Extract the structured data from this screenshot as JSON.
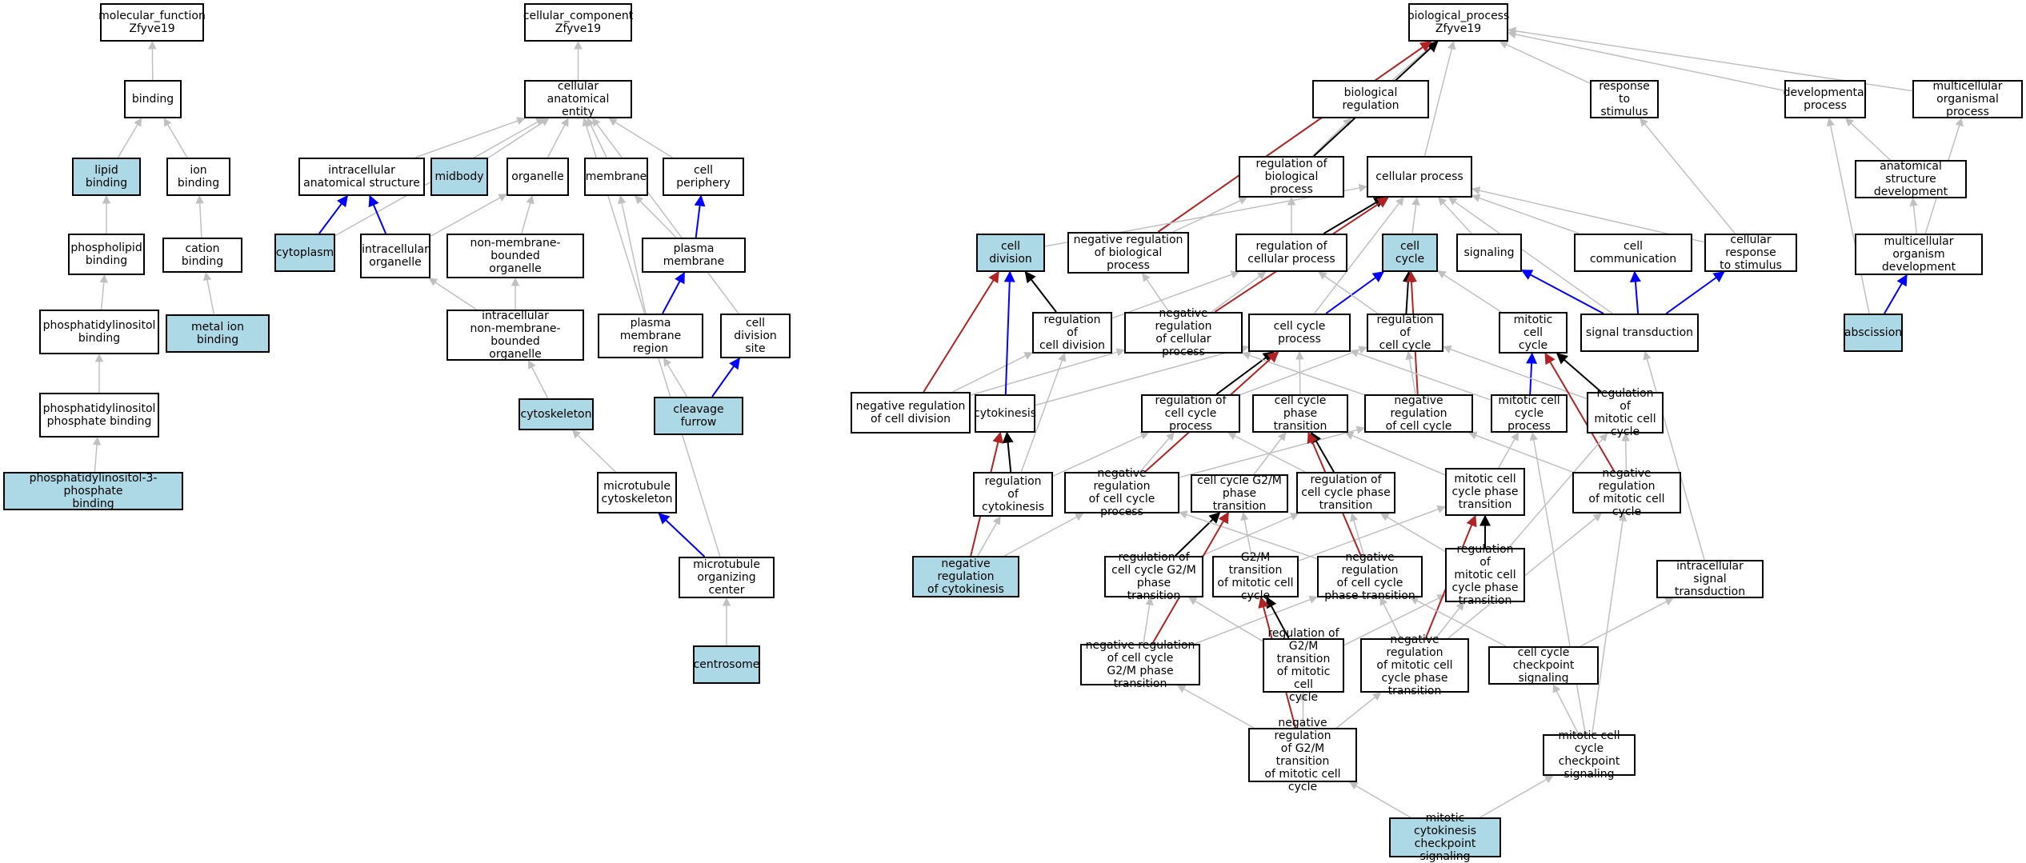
{
  "colors": {
    "highlight": "#add8e6",
    "is_a": "#c0c0c0",
    "part_of": "#0000ff",
    "regulates": "#000000",
    "negatively_regulates": "#b22222"
  },
  "nodes": [
    {
      "id": "mf",
      "label": "molecular_function\nZfyve19",
      "hl": false
    },
    {
      "id": "binding",
      "label": "binding",
      "hl": false
    },
    {
      "id": "lipid_binding",
      "label": "lipid binding",
      "hl": true
    },
    {
      "id": "ion_binding",
      "label": "ion binding",
      "hl": false
    },
    {
      "id": "phospholipid_binding",
      "label": "phospholipid\nbinding",
      "hl": false
    },
    {
      "id": "cation_binding",
      "label": "cation binding",
      "hl": false
    },
    {
      "id": "metal_ion_binding",
      "label": "metal ion binding",
      "hl": true
    },
    {
      "id": "ptdins_binding",
      "label": "phosphatidylinositol\nbinding",
      "hl": false
    },
    {
      "id": "ptdins_p_binding",
      "label": "phosphatidylinositol\nphosphate binding",
      "hl": false
    },
    {
      "id": "ptdins3p_binding",
      "label": "phosphatidylinositol-3-phosphate\nbinding",
      "hl": true
    },
    {
      "id": "cc",
      "label": "cellular_component\nZfyve19",
      "hl": false
    },
    {
      "id": "cae",
      "label": "cellular anatomical\nentity",
      "hl": false
    },
    {
      "id": "ias",
      "label": "intracellular\nanatomical structure",
      "hl": false
    },
    {
      "id": "midbody",
      "label": "midbody",
      "hl": true
    },
    {
      "id": "organelle",
      "label": "organelle",
      "hl": false
    },
    {
      "id": "membrane",
      "label": "membrane",
      "hl": false
    },
    {
      "id": "periphery",
      "label": "cell periphery",
      "hl": false
    },
    {
      "id": "cytoplasm",
      "label": "cytoplasm",
      "hl": true
    },
    {
      "id": "ic_organelle",
      "label": "intracellular\norganelle",
      "hl": false
    },
    {
      "id": "nmb_organelle",
      "label": "non-membrane-bounded\norganelle",
      "hl": false
    },
    {
      "id": "plasma_membrane",
      "label": "plasma membrane",
      "hl": false
    },
    {
      "id": "ic_nmb_organelle",
      "label": "intracellular\nnon-membrane-bounded\norganelle",
      "hl": false
    },
    {
      "id": "pm_region",
      "label": "plasma membrane\nregion",
      "hl": false
    },
    {
      "id": "div_site",
      "label": "cell division\nsite",
      "hl": false
    },
    {
      "id": "cytoskeleton",
      "label": "cytoskeleton",
      "hl": true
    },
    {
      "id": "cleavage_furrow",
      "label": "cleavage furrow",
      "hl": true
    },
    {
      "id": "mt_cytoskeleton",
      "label": "microtubule\ncytoskeleton",
      "hl": false
    },
    {
      "id": "mtoc",
      "label": "microtubule\norganizing center",
      "hl": false
    },
    {
      "id": "centrosome",
      "label": "centrosome",
      "hl": true
    },
    {
      "id": "bp",
      "label": "biological_process\nZfyve19",
      "hl": false
    },
    {
      "id": "bio_reg",
      "label": "biological regulation",
      "hl": false
    },
    {
      "id": "resp_stim",
      "label": "response to\nstimulus",
      "hl": false
    },
    {
      "id": "dev_proc",
      "label": "developmental\nprocess",
      "hl": false
    },
    {
      "id": "multi_proc",
      "label": "multicellular\norganismal process",
      "hl": false
    },
    {
      "id": "reg_bio",
      "label": "regulation of\nbiological process",
      "hl": false
    },
    {
      "id": "cell_proc",
      "label": "cellular process",
      "hl": false
    },
    {
      "id": "anat_dev",
      "label": "anatomical structure\ndevelopment",
      "hl": false
    },
    {
      "id": "cell_division",
      "label": "cell division",
      "hl": true
    },
    {
      "id": "neg_reg_bio",
      "label": "negative regulation\nof biological\nprocess",
      "hl": false
    },
    {
      "id": "reg_cell_proc",
      "label": "regulation of\ncellular process",
      "hl": false
    },
    {
      "id": "cell_cycle",
      "label": "cell cycle",
      "hl": true
    },
    {
      "id": "signaling",
      "label": "signaling",
      "hl": false
    },
    {
      "id": "cell_comm",
      "label": "cell communication",
      "hl": false
    },
    {
      "id": "cell_resp",
      "label": "cellular response\nto stimulus",
      "hl": false
    },
    {
      "id": "multi_dev",
      "label": "multicellular\norganism development",
      "hl": false
    },
    {
      "id": "reg_cell_div",
      "label": "regulation of\ncell division",
      "hl": false
    },
    {
      "id": "neg_reg_cell_proc",
      "label": "negative regulation\nof cellular\nprocess",
      "hl": false
    },
    {
      "id": "cc_process",
      "label": "cell cycle process",
      "hl": false
    },
    {
      "id": "reg_cc",
      "label": "regulation of\ncell cycle",
      "hl": false
    },
    {
      "id": "mit_cc",
      "label": "mitotic cell\ncycle",
      "hl": false
    },
    {
      "id": "sig_trans",
      "label": "signal transduction",
      "hl": false
    },
    {
      "id": "abscission",
      "label": "abscission",
      "hl": true
    },
    {
      "id": "neg_reg_cell_div",
      "label": "negative regulation\nof cell division",
      "hl": false
    },
    {
      "id": "cytokinesis",
      "label": "cytokinesis",
      "hl": false
    },
    {
      "id": "reg_ccp",
      "label": "regulation of\ncell cycle process",
      "hl": false
    },
    {
      "id": "ccpt",
      "label": "cell cycle phase\ntransition",
      "hl": false
    },
    {
      "id": "neg_reg_cc",
      "label": "negative regulation\nof cell cycle",
      "hl": false
    },
    {
      "id": "mccp",
      "label": "mitotic cell\ncycle process",
      "hl": false
    },
    {
      "id": "reg_mcc",
      "label": "regulation of\nmitotic cell\ncycle",
      "hl": false
    },
    {
      "id": "reg_cytok",
      "label": "regulation of\ncytokinesis",
      "hl": false
    },
    {
      "id": "neg_reg_ccp",
      "label": "negative regulation\nof cell cycle\nprocess",
      "hl": false
    },
    {
      "id": "g2m",
      "label": "cell cycle G2/M\nphase transition",
      "hl": false
    },
    {
      "id": "reg_ccpt",
      "label": "regulation of\ncell cycle phase\ntransition",
      "hl": false
    },
    {
      "id": "mccpt",
      "label": "mitotic cell\ncycle phase\ntransition",
      "hl": false
    },
    {
      "id": "neg_reg_mcc",
      "label": "negative regulation\nof mitotic cell\ncycle",
      "hl": false
    },
    {
      "id": "neg_reg_cytok",
      "label": "negative regulation\nof cytokinesis",
      "hl": true
    },
    {
      "id": "reg_g2m",
      "label": "regulation of\ncell cycle G2/M\nphase transition",
      "hl": false
    },
    {
      "id": "g2m_mit",
      "label": "G2/M transition\nof mitotic cell\ncycle",
      "hl": false
    },
    {
      "id": "neg_reg_ccpt",
      "label": "negative regulation\nof cell cycle\nphase transition",
      "hl": false
    },
    {
      "id": "reg_mccpt",
      "label": "regulation of\nmitotic cell\ncycle phase\ntransition",
      "hl": false
    },
    {
      "id": "ic_sig",
      "label": "intracellular\nsignal transduction",
      "hl": false
    },
    {
      "id": "neg_reg_g2m",
      "label": "negative regulation\nof cell cycle\nG2/M phase transition",
      "hl": false
    },
    {
      "id": "reg_g2m_mit",
      "label": "regulation of\nG2/M transition\nof mitotic cell\ncycle",
      "hl": false
    },
    {
      "id": "neg_reg_mccpt",
      "label": "negative regulation\nof mitotic cell\ncycle phase\ntransition",
      "hl": false
    },
    {
      "id": "cc_checkpoint",
      "label": "cell cycle checkpoint\nsignaling",
      "hl": false
    },
    {
      "id": "neg_reg_g2m_mit",
      "label": "negative regulation\nof G2/M transition\nof mitotic cell\ncycle",
      "hl": false
    },
    {
      "id": "mit_cc_checkpoint",
      "label": "mitotic cell\ncycle checkpoint\nsignaling",
      "hl": false
    },
    {
      "id": "mit_cytok_checkpoint",
      "label": "mitotic cytokinesis\ncheckpoint signaling",
      "hl": true
    }
  ],
  "edges": [
    [
      "binding",
      "mf",
      "is_a"
    ],
    [
      "lipid_binding",
      "binding",
      "is_a"
    ],
    [
      "ion_binding",
      "binding",
      "is_a"
    ],
    [
      "phospholipid_binding",
      "lipid_binding",
      "is_a"
    ],
    [
      "cation_binding",
      "ion_binding",
      "is_a"
    ],
    [
      "metal_ion_binding",
      "cation_binding",
      "is_a"
    ],
    [
      "ptdins_binding",
      "phospholipid_binding",
      "is_a"
    ],
    [
      "ptdins_p_binding",
      "ptdins_binding",
      "is_a"
    ],
    [
      "ptdins3p_binding",
      "ptdins_p_binding",
      "is_a"
    ],
    [
      "cae",
      "cc",
      "is_a"
    ],
    [
      "ias",
      "cae",
      "is_a"
    ],
    [
      "midbody",
      "cae",
      "is_a"
    ],
    [
      "organelle",
      "cae",
      "is_a"
    ],
    [
      "membrane",
      "cae",
      "is_a"
    ],
    [
      "periphery",
      "cae",
      "is_a"
    ],
    [
      "cytoplasm",
      "cae",
      "is_a"
    ],
    [
      "cytoplasm",
      "ias",
      "part_of"
    ],
    [
      "ic_organelle",
      "ias",
      "part_of"
    ],
    [
      "ic_organelle",
      "organelle",
      "is_a"
    ],
    [
      "nmb_organelle",
      "organelle",
      "is_a"
    ],
    [
      "ic_nmb_organelle",
      "ic_organelle",
      "is_a"
    ],
    [
      "ic_nmb_organelle",
      "nmb_organelle",
      "is_a"
    ],
    [
      "plasma_membrane",
      "membrane",
      "is_a"
    ],
    [
      "plasma_membrane",
      "periphery",
      "part_of"
    ],
    [
      "pm_region",
      "plasma_membrane",
      "part_of"
    ],
    [
      "pm_region",
      "membrane",
      "is_a"
    ],
    [
      "div_site",
      "cae",
      "is_a"
    ],
    [
      "cytoskeleton",
      "ic_nmb_organelle",
      "is_a"
    ],
    [
      "cleavage_furrow",
      "pm_region",
      "is_a"
    ],
    [
      "cleavage_furrow",
      "div_site",
      "part_of"
    ],
    [
      "mt_cytoskeleton",
      "cytoskeleton",
      "is_a"
    ],
    [
      "mtoc",
      "mt_cytoskeleton",
      "part_of"
    ],
    [
      "mtoc",
      "cae",
      "is_a"
    ],
    [
      "centrosome",
      "mtoc",
      "is_a"
    ],
    [
      "bio_reg",
      "bp",
      "is_a"
    ],
    [
      "resp_stim",
      "bp",
      "is_a"
    ],
    [
      "dev_proc",
      "bp",
      "is_a"
    ],
    [
      "multi_proc",
      "bp",
      "is_a"
    ],
    [
      "reg_bio",
      "bio_reg",
      "is_a"
    ],
    [
      "reg_bio",
      "bp",
      "regulates"
    ],
    [
      "cell_proc",
      "bp",
      "is_a"
    ],
    [
      "neg_reg_bio",
      "bp",
      "negatively_regulates"
    ],
    [
      "neg_reg_bio",
      "reg_bio",
      "is_a"
    ],
    [
      "anat_dev",
      "dev_proc",
      "is_a"
    ],
    [
      "cell_division",
      "cell_proc",
      "is_a"
    ],
    [
      "reg_cell_proc",
      "reg_bio",
      "is_a"
    ],
    [
      "reg_cell_proc",
      "cell_proc",
      "regulates"
    ],
    [
      "cell_cycle",
      "cell_proc",
      "is_a"
    ],
    [
      "signaling",
      "cell_proc",
      "is_a"
    ],
    [
      "cell_comm",
      "cell_proc",
      "is_a"
    ],
    [
      "cell_resp",
      "cell_proc",
      "is_a"
    ],
    [
      "cell_resp",
      "resp_stim",
      "is_a"
    ],
    [
      "multi_dev",
      "anat_dev",
      "is_a"
    ],
    [
      "multi_dev",
      "multi_proc",
      "is_a"
    ],
    [
      "reg_cell_div",
      "cell_division",
      "regulates"
    ],
    [
      "reg_cell_div",
      "reg_cell_proc",
      "is_a"
    ],
    [
      "neg_reg_cell_proc",
      "neg_reg_bio",
      "is_a"
    ],
    [
      "neg_reg_cell_proc",
      "reg_cell_proc",
      "is_a"
    ],
    [
      "neg_reg_cell_proc",
      "cell_proc",
      "negatively_regulates"
    ],
    [
      "cc_process",
      "cell_cycle",
      "part_of"
    ],
    [
      "cc_process",
      "cell_proc",
      "is_a"
    ],
    [
      "reg_cc",
      "cell_cycle",
      "regulates"
    ],
    [
      "reg_cc",
      "reg_cell_proc",
      "is_a"
    ],
    [
      "mit_cc",
      "cell_cycle",
      "is_a"
    ],
    [
      "sig_trans",
      "signaling",
      "part_of"
    ],
    [
      "sig_trans",
      "cell_comm",
      "part_of"
    ],
    [
      "sig_trans",
      "cell_resp",
      "part_of"
    ],
    [
      "sig_trans",
      "cell_proc",
      "is_a"
    ],
    [
      "abscission",
      "multi_dev",
      "part_of"
    ],
    [
      "abscission",
      "dev_proc",
      "is_a"
    ],
    [
      "neg_reg_cell_div",
      "cell_division",
      "negatively_regulates"
    ],
    [
      "neg_reg_cell_div",
      "reg_cell_div",
      "is_a"
    ],
    [
      "neg_reg_cell_div",
      "neg_reg_cell_proc",
      "is_a"
    ],
    [
      "cytokinesis",
      "cell_division",
      "part_of"
    ],
    [
      "cytokinesis",
      "cc_process",
      "is_a"
    ],
    [
      "reg_ccp",
      "cc_process",
      "regulates"
    ],
    [
      "reg_ccp",
      "reg_cc",
      "is_a"
    ],
    [
      "ccpt",
      "cc_process",
      "is_a"
    ],
    [
      "neg_reg_cc",
      "cell_cycle",
      "negatively_regulates"
    ],
    [
      "neg_reg_cc",
      "reg_cc",
      "is_a"
    ],
    [
      "neg_reg_cc",
      "neg_reg_cell_proc",
      "is_a"
    ],
    [
      "mccp",
      "mit_cc",
      "part_of"
    ],
    [
      "mccp",
      "cc_process",
      "is_a"
    ],
    [
      "reg_mcc",
      "mit_cc",
      "regulates"
    ],
    [
      "reg_mcc",
      "reg_cc",
      "is_a"
    ],
    [
      "reg_cytok",
      "cytokinesis",
      "regulates"
    ],
    [
      "reg_cytok",
      "reg_cell_div",
      "is_a"
    ],
    [
      "reg_cytok",
      "reg_ccp",
      "is_a"
    ],
    [
      "neg_reg_ccp",
      "cc_process",
      "negatively_regulates"
    ],
    [
      "neg_reg_ccp",
      "reg_ccp",
      "is_a"
    ],
    [
      "neg_reg_ccp",
      "neg_reg_cc",
      "is_a"
    ],
    [
      "g2m",
      "ccpt",
      "is_a"
    ],
    [
      "reg_ccpt",
      "ccpt",
      "regulates"
    ],
    [
      "reg_ccpt",
      "reg_ccp",
      "is_a"
    ],
    [
      "mccpt",
      "mccp",
      "is_a"
    ],
    [
      "mccpt",
      "ccpt",
      "is_a"
    ],
    [
      "neg_reg_mcc",
      "mit_cc",
      "negatively_regulates"
    ],
    [
      "neg_reg_mcc",
      "reg_mcc",
      "is_a"
    ],
    [
      "neg_reg_mcc",
      "neg_reg_cc",
      "is_a"
    ],
    [
      "neg_reg_cytok",
      "cytokinesis",
      "negatively_regulates"
    ],
    [
      "neg_reg_cytok",
      "reg_cytok",
      "is_a"
    ],
    [
      "neg_reg_cytok",
      "neg_reg_ccp",
      "is_a"
    ],
    [
      "reg_g2m",
      "g2m",
      "regulates"
    ],
    [
      "reg_g2m",
      "reg_ccpt",
      "is_a"
    ],
    [
      "g2m_mit",
      "g2m",
      "is_a"
    ],
    [
      "g2m_mit",
      "mccpt",
      "is_a"
    ],
    [
      "neg_reg_ccpt",
      "ccpt",
      "negatively_regulates"
    ],
    [
      "neg_reg_ccpt",
      "reg_ccpt",
      "is_a"
    ],
    [
      "neg_reg_ccpt",
      "neg_reg_ccp",
      "is_a"
    ],
    [
      "reg_mccpt",
      "mccpt",
      "regulates"
    ],
    [
      "reg_mccpt",
      "reg_ccpt",
      "is_a"
    ],
    [
      "reg_mccpt",
      "reg_mcc",
      "is_a"
    ],
    [
      "ic_sig",
      "sig_trans",
      "is_a"
    ],
    [
      "neg_reg_g2m",
      "g2m",
      "negatively_regulates"
    ],
    [
      "neg_reg_g2m",
      "reg_g2m",
      "is_a"
    ],
    [
      "neg_reg_g2m",
      "neg_reg_ccpt",
      "is_a"
    ],
    [
      "reg_g2m_mit",
      "g2m_mit",
      "regulates"
    ],
    [
      "reg_g2m_mit",
      "reg_g2m",
      "is_a"
    ],
    [
      "reg_g2m_mit",
      "reg_mccpt",
      "is_a"
    ],
    [
      "neg_reg_mccpt",
      "mccpt",
      "negatively_regulates"
    ],
    [
      "neg_reg_mccpt",
      "reg_mccpt",
      "is_a"
    ],
    [
      "neg_reg_mccpt",
      "neg_reg_mcc",
      "is_a"
    ],
    [
      "neg_reg_mccpt",
      "neg_reg_ccpt",
      "is_a"
    ],
    [
      "cc_checkpoint",
      "ic_sig",
      "is_a"
    ],
    [
      "cc_checkpoint",
      "neg_reg_ccpt",
      "is_a"
    ],
    [
      "neg_reg_g2m_mit",
      "g2m_mit",
      "negatively_regulates"
    ],
    [
      "neg_reg_g2m_mit",
      "reg_g2m_mit",
      "is_a"
    ],
    [
      "neg_reg_g2m_mit",
      "neg_reg_g2m",
      "is_a"
    ],
    [
      "neg_reg_g2m_mit",
      "neg_reg_mccpt",
      "is_a"
    ],
    [
      "mit_cc_checkpoint",
      "cc_checkpoint",
      "is_a"
    ],
    [
      "mit_cc_checkpoint",
      "neg_reg_mcc",
      "is_a"
    ],
    [
      "mit_cc_checkpoint",
      "mccp",
      "is_a"
    ],
    [
      "mit_cytok_checkpoint",
      "mit_cc_checkpoint",
      "is_a"
    ],
    [
      "mit_cytok_checkpoint",
      "neg_reg_g2m_mit",
      "is_a"
    ]
  ]
}
